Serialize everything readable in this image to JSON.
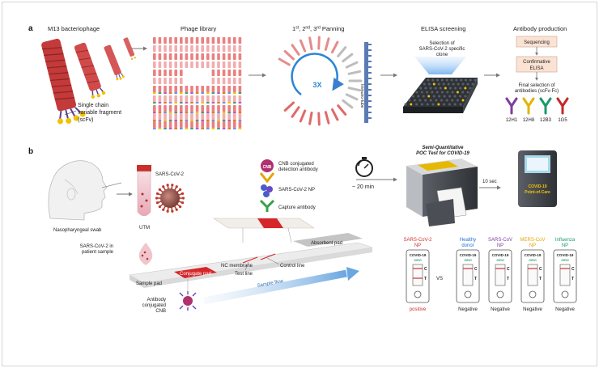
{
  "panel_a": {
    "letter": "a",
    "m13_title": "M13 bacteriophage",
    "library_title": "Phage library",
    "panning_prefix": "1",
    "panning_st": "st",
    "panning_sep1": ", 2",
    "panning_nd": "nd",
    "panning_sep2": ", 3",
    "panning_rd": "rd",
    "panning_word": " Panning",
    "elisa_title": "ELISA screening",
    "production_title": "Antibody production",
    "scfv_line1": "Single chain",
    "scfv_line2": "variable fragment",
    "scfv_line3": "(scFv)",
    "cycles": "3X",
    "immunotube": "Immuno-tube",
    "selection_line1": "Selection of",
    "selection_line2": "SARS-CoV-2 specific",
    "selection_line3": "clone",
    "sequencing": "Sequencing",
    "confirmative_line1": "Confirmative",
    "confirmative_line2": "ELISA",
    "final_line1": "Final selection of",
    "final_line2": "antibodies (scFv-Fc)",
    "antibodies": [
      {
        "name": "12H1",
        "color": "#7b3fa0"
      },
      {
        "name": "12H8",
        "color": "#e3b400"
      },
      {
        "name": "12B3",
        "color": "#1a9a6c"
      },
      {
        "name": "1G5",
        "color": "#c62828"
      }
    ]
  },
  "panel_b": {
    "letter": "b",
    "swab_label": "Nasopharyngeal swab",
    "virus_label": "SARS-CoV-2",
    "utm_label": "UTM",
    "sample_line1": "SARS-CoV-2 in",
    "sample_line2": "patient sample",
    "cnb_badge": "CNB",
    "cnb_line1": "CNB conjugated",
    "cnb_line2": "detection antibody",
    "np_label": "SARS-CoV-2 NP",
    "capture_label": "Capture antibody",
    "absorbent_pad": "Absorbent pad",
    "nc_membrane": "NC membrane",
    "control_line": "Control line",
    "test_line": "Test line",
    "conjugate_pad": "Conjugate pad",
    "sample_pad": "Sample pad",
    "sample_flow": "Sample flow",
    "antibody_line1": "Antibody",
    "antibody_line2": "conjugated",
    "antibody_line3": "CNB",
    "time": "~ 20 min",
    "poc_line1": "Semi-Quantitative",
    "poc_line2": "POC Test for COVID-19",
    "wait": "10 sec",
    "device_line1": "COVID-19",
    "device_line2": "Point-of-Care",
    "vs": "VS",
    "cassette_title": "COVID-19",
    "cassette_sub": "CEVI",
    "mark_c": "C",
    "mark_t": "T",
    "results": [
      {
        "line1": "SARS-CoV-2",
        "line2": "NP",
        "color": "#d32f2f",
        "outcome": "positive"
      },
      {
        "line1": "Healthy",
        "line2": "donor",
        "color": "#1e6fd9",
        "outcome": "Negative"
      },
      {
        "line1": "SARS-CoV",
        "line2": "NP",
        "color": "#7b3fa0",
        "outcome": "Negative"
      },
      {
        "line1": "MERS-CoV",
        "line2": "NP",
        "color": "#e3a400",
        "outcome": "Negative"
      },
      {
        "line1": "Influenza",
        "line2": "NP",
        "color": "#1a9a6c",
        "outcome": "Negative"
      }
    ]
  }
}
